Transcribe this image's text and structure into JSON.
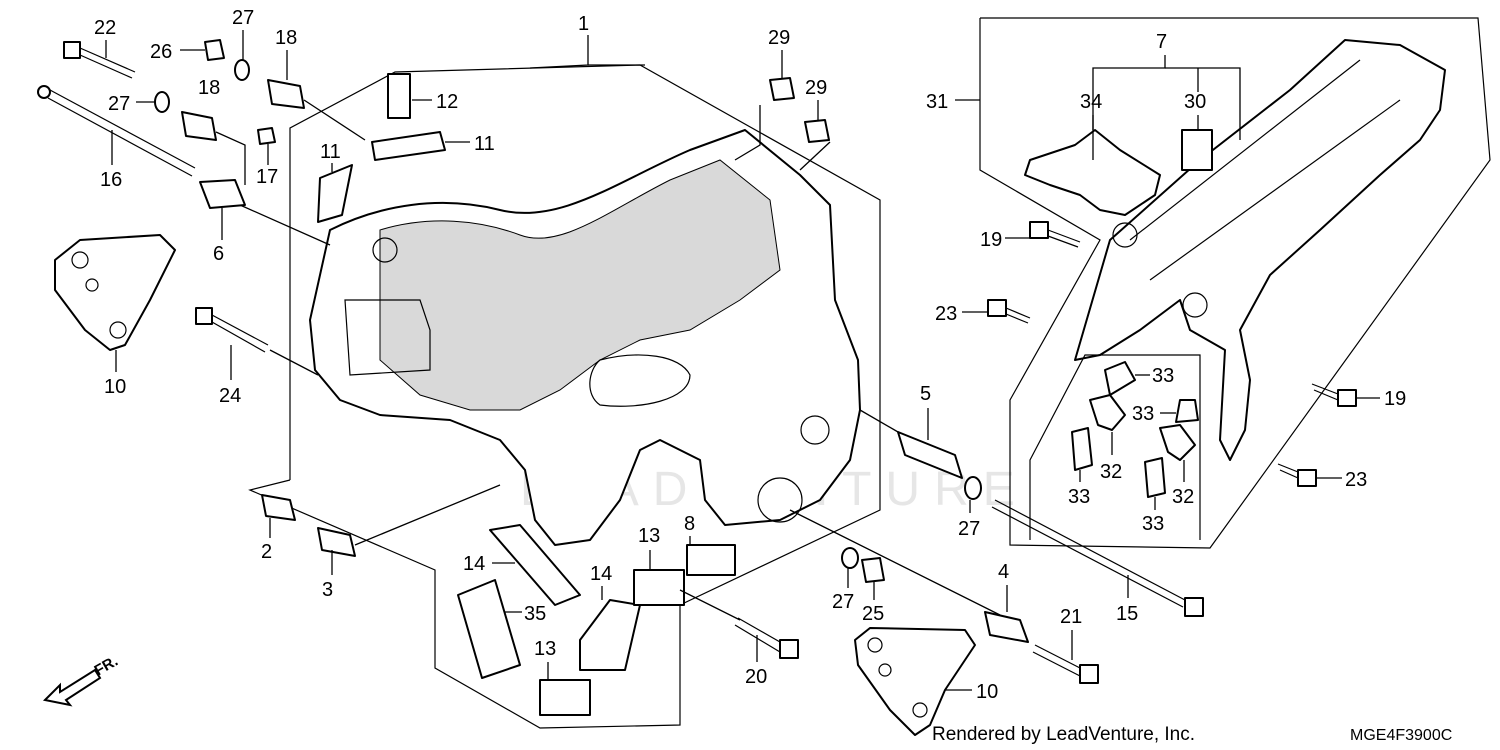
{
  "diagram": {
    "watermark": "LEADVENTURE",
    "footer": {
      "rendered_by": "Rendered by LeadVenture, Inc.",
      "code": "MGE4F3900C"
    },
    "direction": {
      "label": "FR."
    },
    "callouts": {
      "c1": "1",
      "c2": "2",
      "c3": "3",
      "c4": "4",
      "c5": "5",
      "c6": "6",
      "c7": "7",
      "c8": "8",
      "c10a": "10",
      "c10b": "10",
      "c11a": "11",
      "c11b": "11",
      "c12": "12",
      "c13a": "13",
      "c13b": "13",
      "c14a": "14",
      "c14b": "14",
      "c15": "15",
      "c16": "16",
      "c17": "17",
      "c18a": "18",
      "c18b": "18",
      "c19a": "19",
      "c19b": "19",
      "c20": "20",
      "c21": "21",
      "c22": "22",
      "c23a": "23",
      "c23b": "23",
      "c24": "24",
      "c25": "25",
      "c26": "26",
      "c27a": "27",
      "c27b": "27",
      "c27c": "27",
      "c27d": "27",
      "c29a": "29",
      "c29b": "29",
      "c30": "30",
      "c31": "31",
      "c32a": "32",
      "c32b": "32",
      "c33a": "33",
      "c33b": "33",
      "c33c": "33",
      "c33d": "33",
      "c34": "34",
      "c35": "35"
    }
  }
}
